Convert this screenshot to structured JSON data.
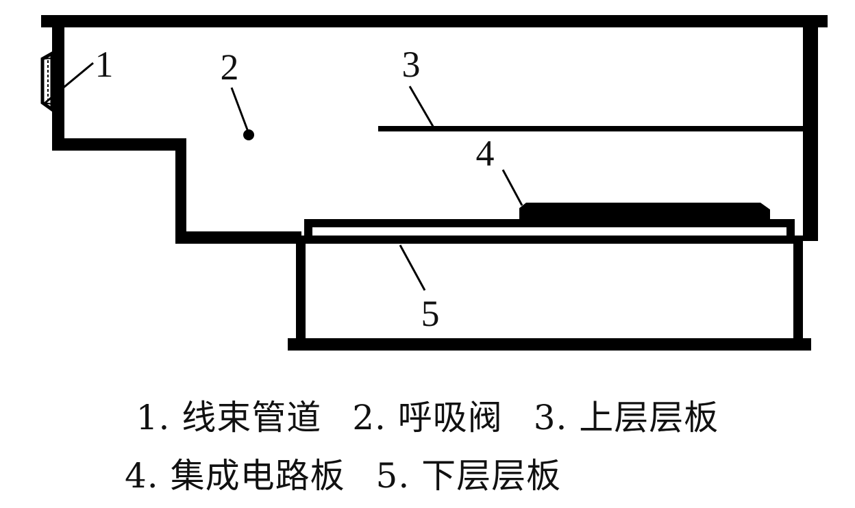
{
  "callouts": [
    {
      "number": "1"
    },
    {
      "number": "2"
    },
    {
      "number": "3"
    },
    {
      "number": "4"
    },
    {
      "number": "5"
    }
  ],
  "caption": {
    "line1": [
      "1. 线束管道",
      "2. 呼吸阀",
      "3. 上层层板"
    ],
    "line2": [
      "4. 集成电路板",
      "5. 下层层板"
    ]
  }
}
